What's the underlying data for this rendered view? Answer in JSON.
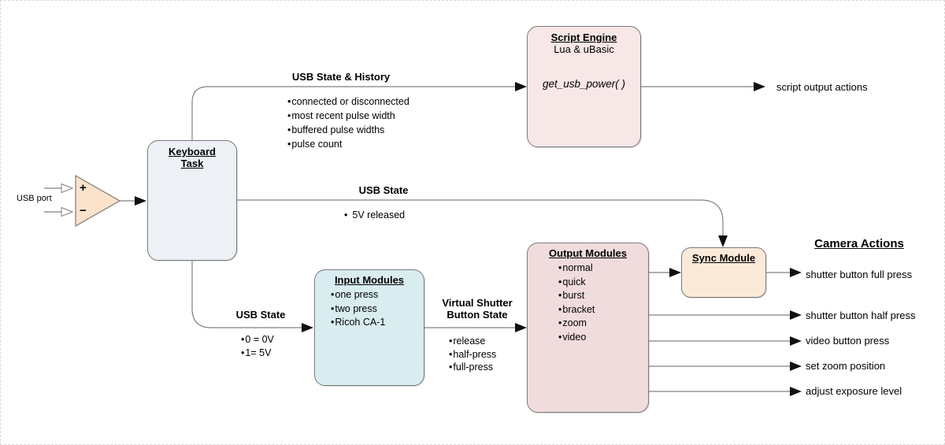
{
  "usb_port_label": "USB port",
  "comparator": {
    "plus": "+",
    "minus": "−"
  },
  "keyboard_task": {
    "title_line1": "Keyboard",
    "title_line2": "Task"
  },
  "flows": {
    "top": {
      "label": "USB State & History",
      "bullets": [
        "connected or disconnected",
        "most recent pulse width",
        "buffered pulse widths",
        "pulse count"
      ]
    },
    "mid": {
      "label": "USB State",
      "bullets": [
        "5V released"
      ]
    },
    "bottom": {
      "label": "USB State",
      "bullets": [
        "0 = 0V",
        "1= 5V"
      ]
    },
    "virtual_shutter": {
      "label_line1": "Virtual Shutter",
      "label_line2": "Button State",
      "bullets": [
        "release",
        "half-press",
        "full-press"
      ]
    }
  },
  "script_engine": {
    "title": "Script Engine",
    "subtitle": "Lua & uBasic",
    "function": "get_usb_power( )"
  },
  "script_output_label": "script output actions",
  "input_modules": {
    "title": "Input Modules",
    "bullets": [
      "one press",
      "two press",
      "Ricoh CA-1"
    ]
  },
  "output_modules": {
    "title": "Output Modules",
    "bullets": [
      "normal",
      "quick",
      "burst",
      "bracket",
      "zoom",
      "video"
    ]
  },
  "sync_module": {
    "title": "Sync Module"
  },
  "camera_actions": {
    "title": "Camera Actions",
    "items": [
      "shutter button full press",
      "shutter button half press",
      "video button press",
      "set zoom position",
      "adjust exposure level"
    ]
  },
  "colors": {
    "keyboard_task_fill": "#edf1f6",
    "script_engine_fill": "#f8e7e7",
    "input_modules_fill": "#d9edf1",
    "output_modules_fill": "#f1dcdd",
    "sync_module_fill": "#fcead9",
    "comparator_fill": "#fbe2ca",
    "connector_stroke": "#808080",
    "box_border": "#7a7a7a",
    "arrowhead": "#111111"
  }
}
